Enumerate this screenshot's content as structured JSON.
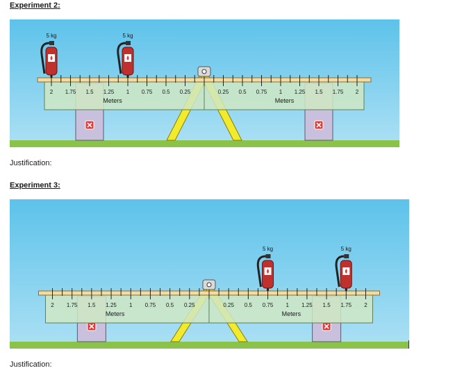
{
  "experiments": [
    {
      "heading": "Experiment 2:",
      "justification_label": "Justification:",
      "unit_label_left": "Meters",
      "unit_label_right": "Meters",
      "ticks": [
        "2",
        "1.75",
        "1.5",
        "1.25",
        "1",
        "0.75",
        "0.5",
        "0.25"
      ],
      "masses": [
        {
          "side": "left",
          "position_m": 2.0,
          "label": "5 kg"
        },
        {
          "side": "left",
          "position_m": 1.0,
          "label": "5 kg"
        }
      ]
    },
    {
      "heading": "Experiment 3:",
      "justification_label": "Justification:",
      "unit_label_left": "Meters",
      "unit_label_right": "Meters",
      "ticks": [
        "2",
        "1.75",
        "1.5",
        "1.25",
        "1",
        "0.75",
        "0.5",
        "0.25"
      ],
      "masses": [
        {
          "side": "right",
          "position_m": 0.75,
          "label": "5 kg"
        },
        {
          "side": "right",
          "position_m": 1.75,
          "label": "5 kg"
        }
      ]
    }
  ],
  "icons": {
    "support": "x-close-icon",
    "pivot": "pivot-bolt-icon",
    "mass": "fire-extinguisher-icon"
  },
  "colors": {
    "sky_top": "#5dc2ea",
    "sky_bottom": "#a9dff4",
    "ground": "#8bc34a",
    "plank": "#f3dca4",
    "ruler": "#cfe7c4",
    "support": "#c9c0dd",
    "fulcrum": "#f2ea2c",
    "extinguisher": "#c0302c",
    "close_red": "#e53935"
  }
}
